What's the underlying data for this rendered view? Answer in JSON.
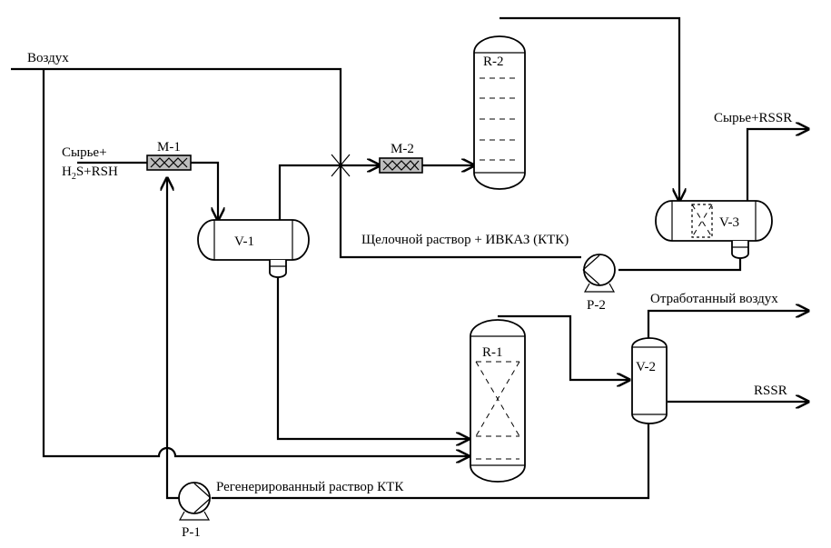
{
  "equipment": {
    "m1": "M-1",
    "m2": "M-2",
    "v1": "V-1",
    "v2": "V-2",
    "v3": "V-3",
    "r1": "R-1",
    "r2": "R-2",
    "p1": "P-1",
    "p2": "P-2"
  },
  "streams": {
    "air": "Воздух",
    "feed_line1": "Сырье+",
    "feed_h": "H",
    "feed_sub": "2",
    "feed_rest": "S+RSH",
    "product_feed": "Сырье+RSSR",
    "alkaline": "Щелочной раствор + ИВКАЗ (КТК)",
    "spent_air": "Отработанный воздух",
    "rssr": "RSSR",
    "regenerated": "Регенерированный раствор КТК"
  }
}
